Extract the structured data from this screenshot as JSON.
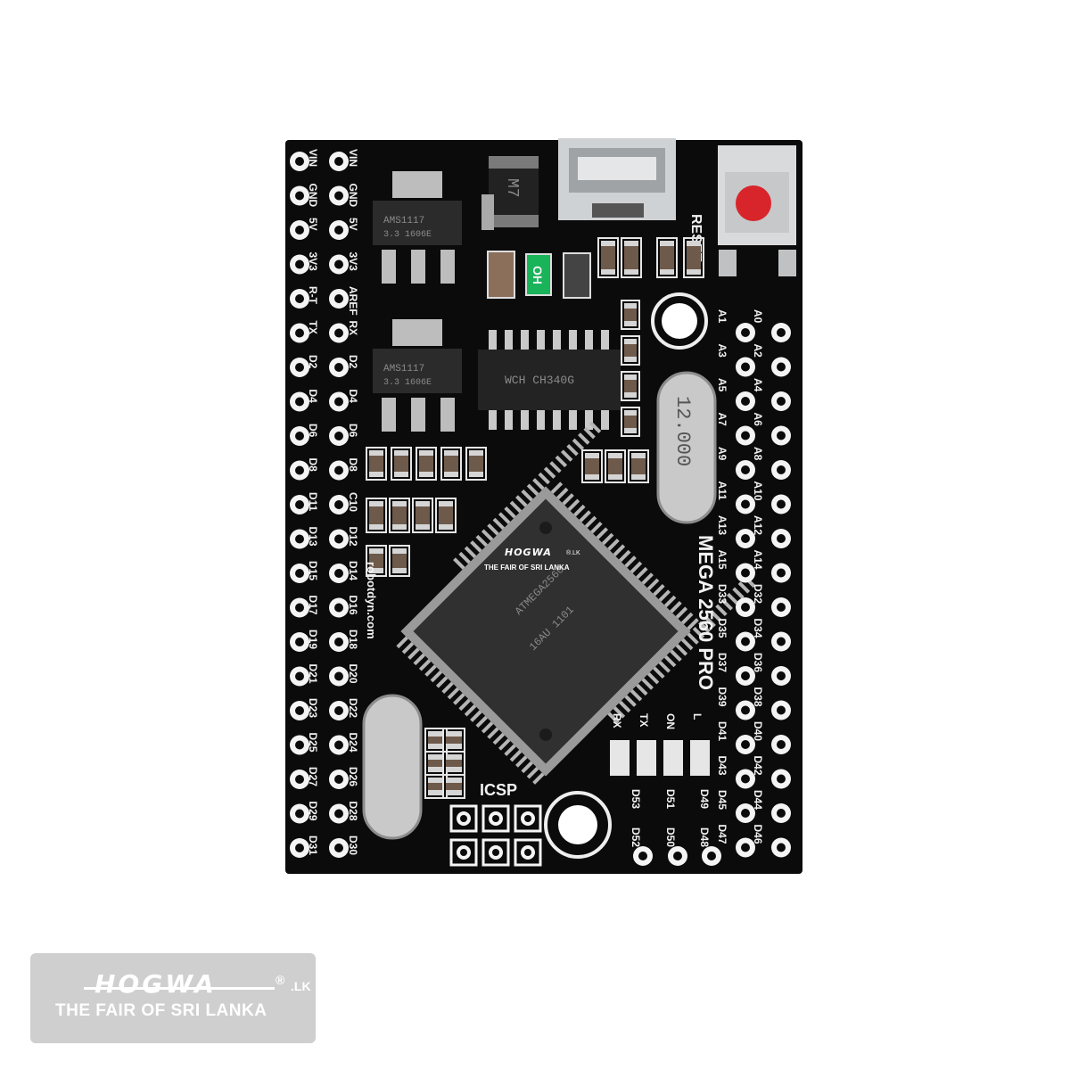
{
  "board": {
    "left_header_labels": [
      "VIN",
      "GND",
      "5V",
      "3V3",
      "R-T",
      "TX",
      "D2",
      "D4",
      "D6",
      "D8",
      "D11",
      "D13",
      "D15",
      "D17",
      "D19",
      "D21",
      "D23",
      "D25",
      "D27",
      "D29",
      "D31"
    ],
    "left_inner_labels": [
      "VIN",
      "GND",
      "5V",
      "3V3",
      "AREF",
      "RX",
      "D2",
      "D4",
      "D6",
      "D8",
      "C10",
      "D12",
      "D14",
      "D16",
      "D18",
      "D20",
      "D22",
      "D24",
      "D26",
      "D28",
      "D30"
    ],
    "right_inner_labels": [
      "A1",
      "A3",
      "A5",
      "A7",
      "A9",
      "A11",
      "A13",
      "A15",
      "D33",
      "D35",
      "D37",
      "D39",
      "D41",
      "D43",
      "D45",
      "D47"
    ],
    "right_outer_labels": [
      "A0",
      "A2",
      "A4",
      "A6",
      "A8",
      "A10",
      "A12",
      "A14",
      "D32",
      "D34",
      "D36",
      "D38",
      "D40",
      "D42",
      "D44",
      "D46"
    ],
    "bottom_row_labels": [
      "D53",
      "D51",
      "D49",
      "D52",
      "D50",
      "D48"
    ],
    "reset_label": "RESET",
    "icsp_label": "ICSP",
    "led_labels": [
      "RX",
      "TX",
      "ON",
      "L"
    ],
    "model_label": "MEGA 2560 PRO",
    "website_label": "robotdyn.com",
    "regulator_text": "AMS1117",
    "regulator_subtext": "3.3  1606E",
    "usb_chip_text": "WCH CH340G",
    "mcu_text": "ATMEGA2560",
    "mcu_subtext": "16AU 1101",
    "crystal_text": "12.000",
    "diode_text": "M7",
    "oh_text": "OH"
  },
  "overlay_watermark": {
    "brand": "HOGWA",
    "suffix": "®.LK",
    "tagline": "THE FAIR OF SRI LANKA"
  },
  "watermark": {
    "brand": "HOGWA",
    "reg": "®",
    "lk": ".LK",
    "tagline": "THE FAIR OF SRI LANKA"
  },
  "colors": {
    "pcb": "#0b0b0b",
    "silkscreen": "#f2f2f2",
    "reset_button": "#d8252b",
    "led_green": "#19b35a",
    "watermark_bg": "#cfcfcf"
  }
}
